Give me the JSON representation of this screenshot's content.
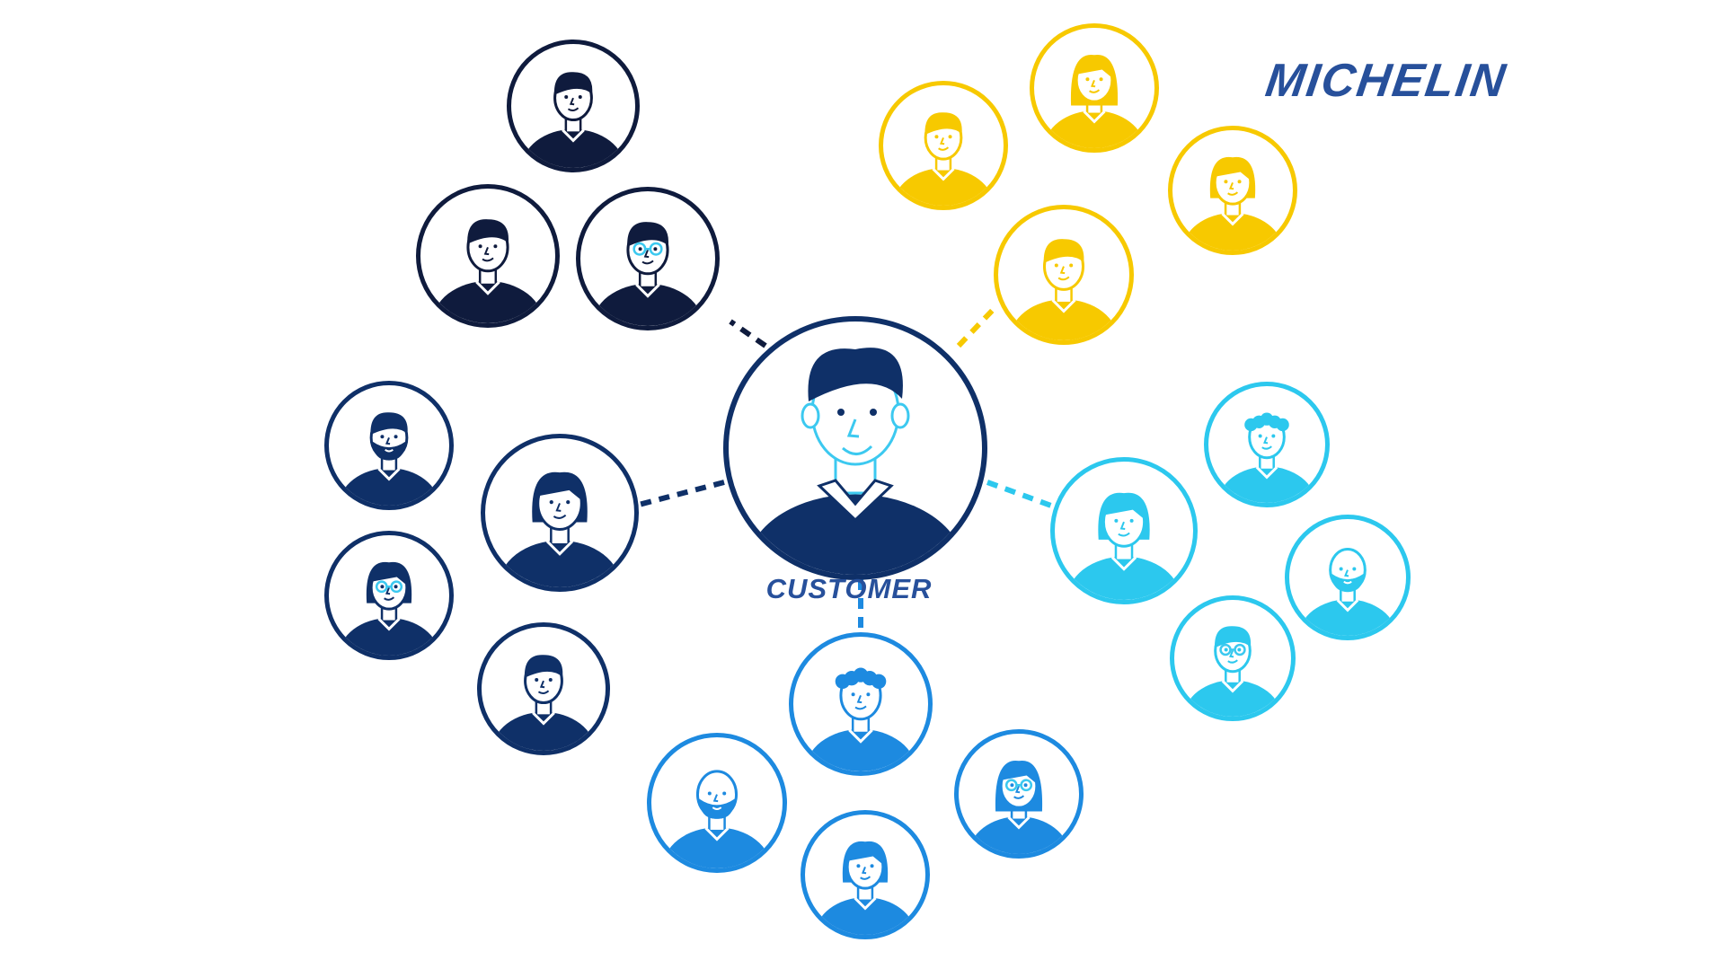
{
  "brand": {
    "logo_text": "MICHELIN"
  },
  "center": {
    "label": "CUSTOMER"
  },
  "colors": {
    "navy_dark": "#0f1b3d",
    "navy": "#0f3068",
    "blue": "#1d8ae0",
    "cyan": "#2cc8ee",
    "yellow": "#f7c900",
    "center_ring": "#0f3068",
    "accent_cyan": "#3cc9f0",
    "logo": "#27509b"
  },
  "groups": [
    {
      "name": "group-navy-dark",
      "color": "navy_dark",
      "people": [
        {
          "hair": "short",
          "feature": "none"
        },
        {
          "hair": "short",
          "feature": "none"
        },
        {
          "hair": "short",
          "feature": "glasses"
        }
      ]
    },
    {
      "name": "group-yellow",
      "color": "yellow",
      "people": [
        {
          "hair": "short",
          "feature": "none"
        },
        {
          "hair": "long",
          "feature": "none"
        },
        {
          "hair": "bob",
          "feature": "none"
        },
        {
          "hair": "short",
          "feature": "none"
        }
      ]
    },
    {
      "name": "group-navy",
      "color": "navy",
      "people": [
        {
          "hair": "short",
          "feature": "beard"
        },
        {
          "hair": "bob",
          "feature": "none"
        },
        {
          "hair": "bob",
          "feature": "glasses"
        },
        {
          "hair": "short",
          "feature": "none"
        }
      ]
    },
    {
      "name": "group-cyan",
      "color": "cyan",
      "people": [
        {
          "hair": "curly",
          "feature": "none"
        },
        {
          "hair": "bob",
          "feature": "none"
        },
        {
          "hair": "bald",
          "feature": "beard"
        },
        {
          "hair": "short",
          "feature": "glasses"
        }
      ]
    },
    {
      "name": "group-blue",
      "color": "blue",
      "people": [
        {
          "hair": "curly",
          "feature": "none"
        },
        {
          "hair": "bald",
          "feature": "beard"
        },
        {
          "hair": "bob",
          "feature": "none"
        },
        {
          "hair": "long",
          "feature": "glasses"
        }
      ]
    }
  ]
}
